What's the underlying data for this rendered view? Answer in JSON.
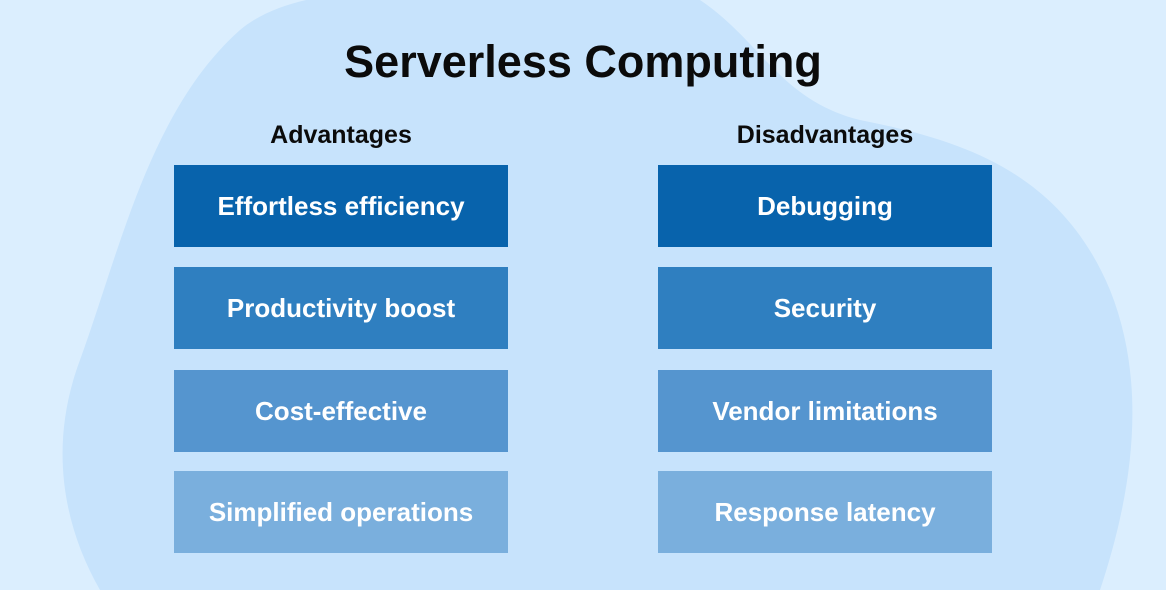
{
  "title": "Serverless Computing",
  "colors": {
    "background": "#dbeefe",
    "blob": "#c7e3fc",
    "shade_1": "#0863ac",
    "shade_2": "#2f7fc0",
    "shade_3": "#5595cf",
    "shade_4": "#7aafdd",
    "text_dark": "#0b0b0b",
    "text_light": "#ffffff"
  },
  "advantages": {
    "heading": "Advantages",
    "items": [
      "Effortless efficiency",
      "Productivity boost",
      "Cost-effective",
      "Simplified operations"
    ]
  },
  "disadvantages": {
    "heading": "Disadvantages",
    "items": [
      "Debugging",
      "Security",
      "Vendor limitations",
      "Response latency"
    ]
  }
}
